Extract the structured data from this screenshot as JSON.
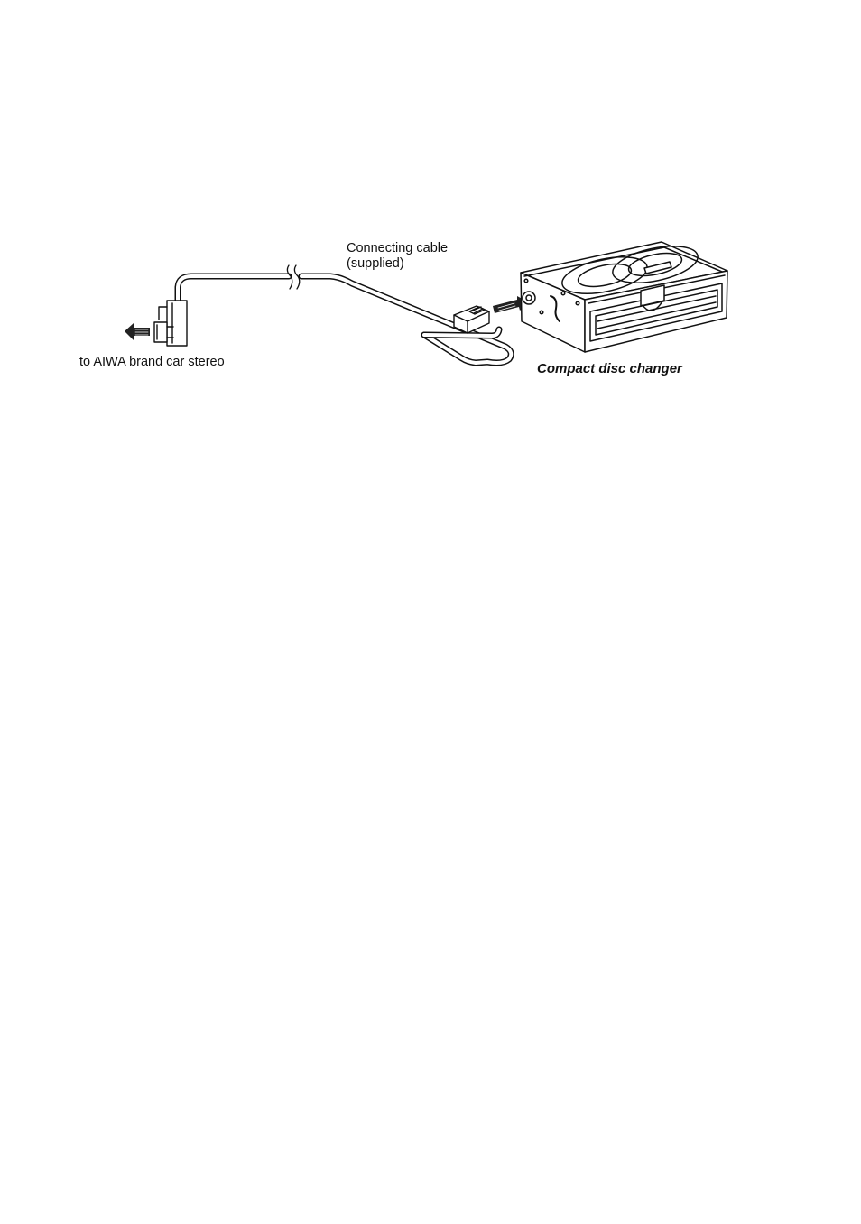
{
  "labels": {
    "cable_line1": "Connecting cable",
    "cable_line2": "(supplied)",
    "stereo": "to AIWA brand car stereo",
    "changer": "Compact disc changer"
  },
  "colors": {
    "ink": "#111111",
    "background": "#ffffff"
  }
}
